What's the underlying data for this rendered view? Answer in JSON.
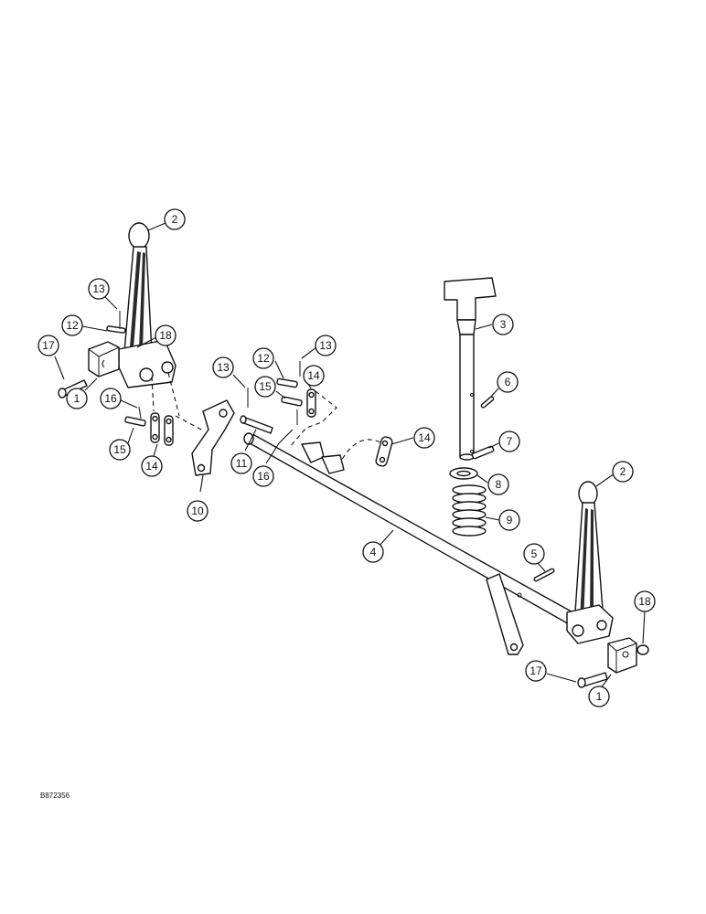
{
  "drawing_number": "B872356",
  "callouts": [
    {
      "id": "c2a",
      "label": "2"
    },
    {
      "id": "c13a",
      "label": "13"
    },
    {
      "id": "c12a",
      "label": "12"
    },
    {
      "id": "c18a",
      "label": "18"
    },
    {
      "id": "c17a",
      "label": "17"
    },
    {
      "id": "c1a",
      "label": "1"
    },
    {
      "id": "c16a",
      "label": "16"
    },
    {
      "id": "c15a",
      "label": "15"
    },
    {
      "id": "c14a",
      "label": "14"
    },
    {
      "id": "c10",
      "label": "10"
    },
    {
      "id": "c13b",
      "label": "13"
    },
    {
      "id": "c12b",
      "label": "12"
    },
    {
      "id": "c13c",
      "label": "13"
    },
    {
      "id": "c15b",
      "label": "15"
    },
    {
      "id": "c14b",
      "label": "14"
    },
    {
      "id": "c11",
      "label": "11"
    },
    {
      "id": "c16b",
      "label": "16"
    },
    {
      "id": "c14c",
      "label": "14"
    },
    {
      "id": "c3",
      "label": "3"
    },
    {
      "id": "c6",
      "label": "6"
    },
    {
      "id": "c7",
      "label": "7"
    },
    {
      "id": "c8",
      "label": "8"
    },
    {
      "id": "c9",
      "label": "9"
    },
    {
      "id": "c4",
      "label": "4"
    },
    {
      "id": "c5",
      "label": "5"
    },
    {
      "id": "c2b",
      "label": "2"
    },
    {
      "id": "c18b",
      "label": "18"
    },
    {
      "id": "c17b",
      "label": "17"
    },
    {
      "id": "c1b",
      "label": "1"
    }
  ]
}
